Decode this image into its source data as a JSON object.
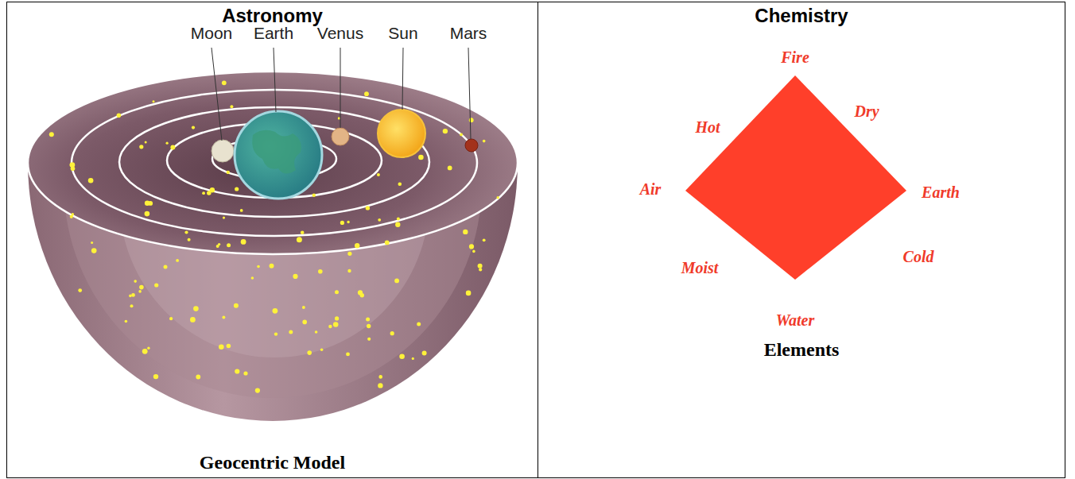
{
  "diagram": {
    "nodes": [
      {
        "text": [
          "Astronomy",
          "Geocentric Model"
        ]
      },
      {
        "text": [
          "Chemistry",
          "Elements"
        ]
      }
    ],
    "labels": [
      "Moon",
      "Earth",
      "Venus",
      "Sun",
      "Mars",
      "Fire",
      "Dry",
      "Hot",
      "Air",
      "Earth",
      "Moist",
      "Cold",
      "Water"
    ]
  }
}
